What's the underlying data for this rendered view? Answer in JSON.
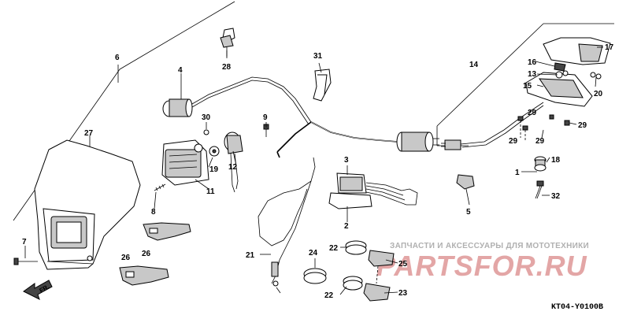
{
  "callouts": {
    "c1": "1",
    "c2": "2",
    "c3": "3",
    "c4": "4",
    "c5": "5",
    "c6": "6",
    "c7": "7",
    "c8": "8",
    "c9": "9",
    "c11": "11",
    "c12": "12",
    "c13": "13",
    "c14": "14",
    "c15": "15",
    "c16": "16",
    "c17": "17",
    "c18": "18",
    "c19": "19",
    "c20": "20",
    "c21": "21",
    "c22a": "22",
    "c22b": "22",
    "c23": "23",
    "c24": "24",
    "c25": "25",
    "c26a": "26",
    "c26b": "26",
    "c27": "27",
    "c28": "28",
    "c29a": "29",
    "c29b": "29",
    "c29c": "29",
    "c29d": "29",
    "c30": "30",
    "c31": "31",
    "c32": "32"
  },
  "watermark": {
    "subtitle": "ЗАПЧАСТИ И АКСЕССУАРЫ ДЛЯ МОТОТЕХНИКИ",
    "logo": "PARTSFOR.RU"
  },
  "diagram_code": "KT04-Y0100B",
  "direction_label": "FR."
}
